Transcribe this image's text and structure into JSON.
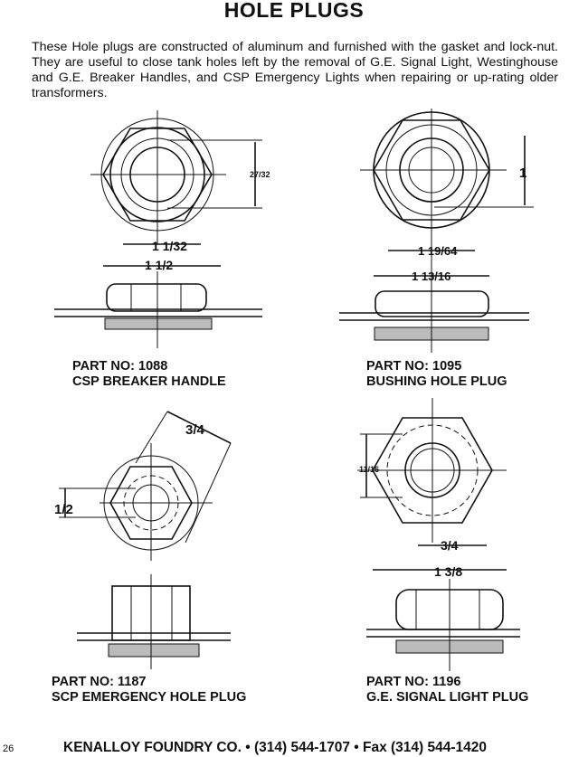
{
  "title": "HOLE PLUGS",
  "intro": "These Hole plugs are constructed of aluminum and furnished with the gasket and lock-nut. They are useful to close tank holes left by the removal of G.E. Signal Light, Westinghouse and G.E. Breaker Handles, and CSP Emergency Lights when repairing or up-rating older transformers.",
  "parts": [
    {
      "part_no": "PART NO: 1088",
      "name": "CSP BREAKER HANDLE",
      "dims": {
        "height": "27/32",
        "inner": "1 1/32",
        "outer": "1 1/2"
      }
    },
    {
      "part_no": "PART NO: 1095",
      "name": "BUSHING HOLE PLUG",
      "dims": {
        "height": "1",
        "inner": "1 19/64",
        "outer": "1 13/16"
      }
    },
    {
      "part_no": "PART NO: 1187",
      "name": "SCP EMERGENCY HOLE PLUG",
      "dims": {
        "diag": "3/4",
        "height": "1/2"
      }
    },
    {
      "part_no": "PART NO: 1196",
      "name": "G.E. SIGNAL LIGHT PLUG",
      "dims": {
        "height": "11/16",
        "inner": "3/4",
        "outer": "1 3/8"
      }
    }
  ],
  "footer": "KENALLOY FOUNDRY CO. • (314) 544-1707 • Fax (314) 544-1420",
  "page_number": "26"
}
